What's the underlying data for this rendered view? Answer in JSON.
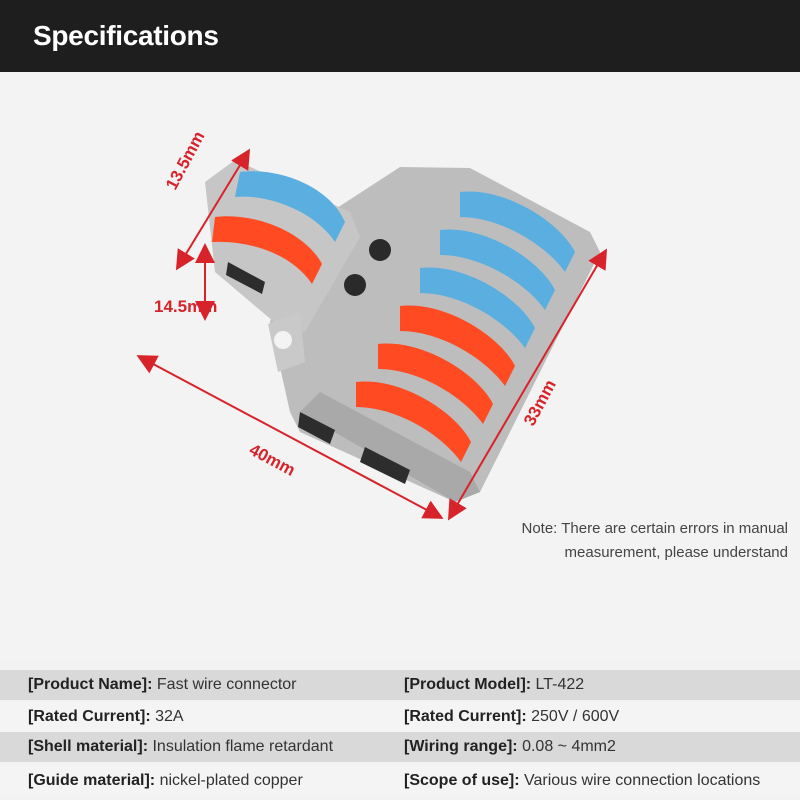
{
  "header": {
    "title": "Specifications"
  },
  "dimensions": {
    "height_a": "13.5mm",
    "height_b": "14.5mm",
    "length": "40mm",
    "width": "33mm"
  },
  "note": {
    "line1": "Note: There are certain errors in manual",
    "line2": "measurement, please understand"
  },
  "colors": {
    "header_bg": "#1e1e1e",
    "lever_blue": "#5aaee0",
    "lever_orange": "#ff4a22",
    "shell_gray": "#b9b9b9",
    "dimension_red": "#d8232a"
  },
  "specs": [
    {
      "left_key": "[Product Name]:",
      "left_value": " Fast wire connector",
      "right_key": "[Product Model]:",
      "right_value": " LT-422"
    },
    {
      "left_key": "[Rated Current]:",
      "left_value": " 32A",
      "right_key": "[Rated Current]:",
      "right_value": " 250V / 600V"
    },
    {
      "left_key": "[Shell material]:",
      "left_value": " Insulation flame retardant",
      "right_key": "[Wiring range]:",
      "right_value": " 0.08 ~ 4mm2"
    },
    {
      "left_key": "[Guide material]:",
      "left_value": " nickel-plated copper",
      "right_key": "[Scope of use]:",
      "right_value": " Various wire connection locations"
    }
  ]
}
